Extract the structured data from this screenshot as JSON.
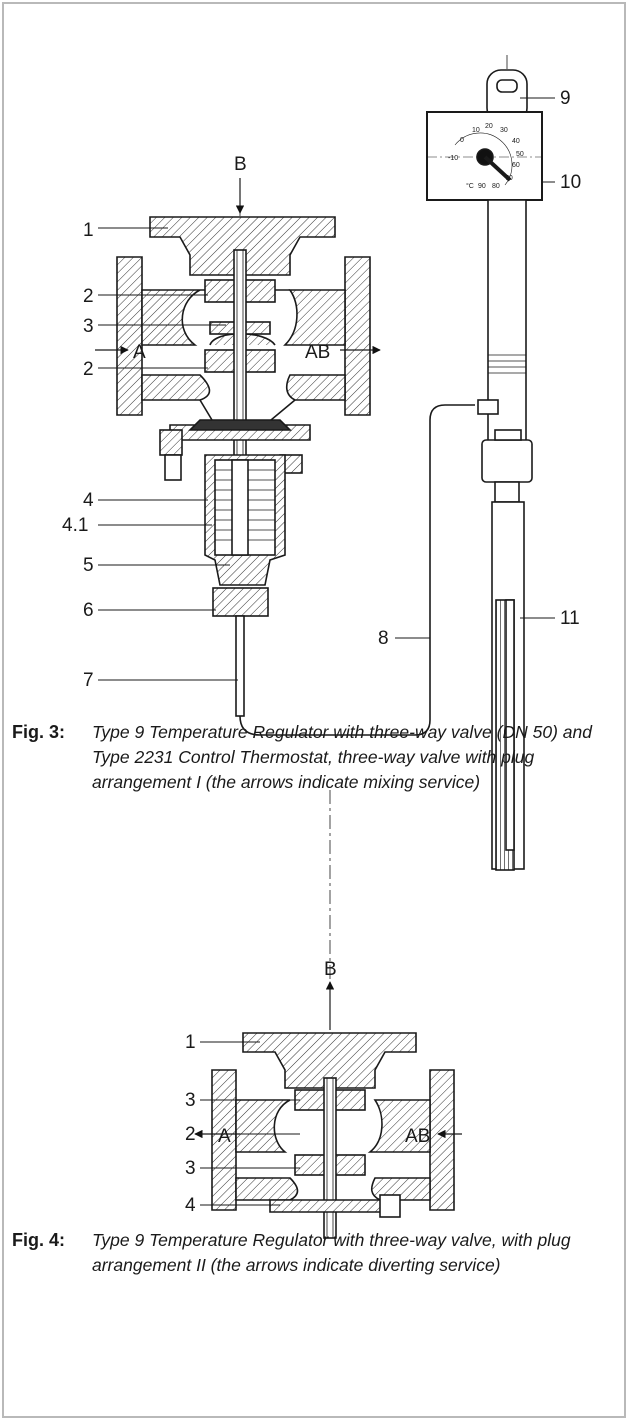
{
  "figure3": {
    "number": "Fig. 3:",
    "caption": "Type 9 Temperature Regulator with three-way valve (DN 50) and Type 2231 Control Thermostat, three-way valve with plug arrangement I (the arrows indicate mixing service)",
    "port_labels": {
      "top": "B",
      "left": "A",
      "right": "AB"
    },
    "part_labels": [
      "1",
      "2",
      "3",
      "2",
      "4",
      "4.1",
      "5",
      "6",
      "7",
      "8",
      "9",
      "10",
      "11"
    ],
    "dial_labels": [
      "-10",
      "0",
      "10",
      "20",
      "30",
      "40",
      "50",
      "60",
      "70",
      "80",
      "90",
      "°C"
    ]
  },
  "figure4": {
    "number": "Fig. 4:",
    "caption": "Type 9 Temperature Regulator with three-way valve, with plug arrangement II (the arrows indicate diverting service)",
    "port_labels": {
      "top": "B",
      "left": "A",
      "right": "AB"
    },
    "part_labels": [
      "1",
      "3",
      "2",
      "3",
      "4"
    ]
  }
}
